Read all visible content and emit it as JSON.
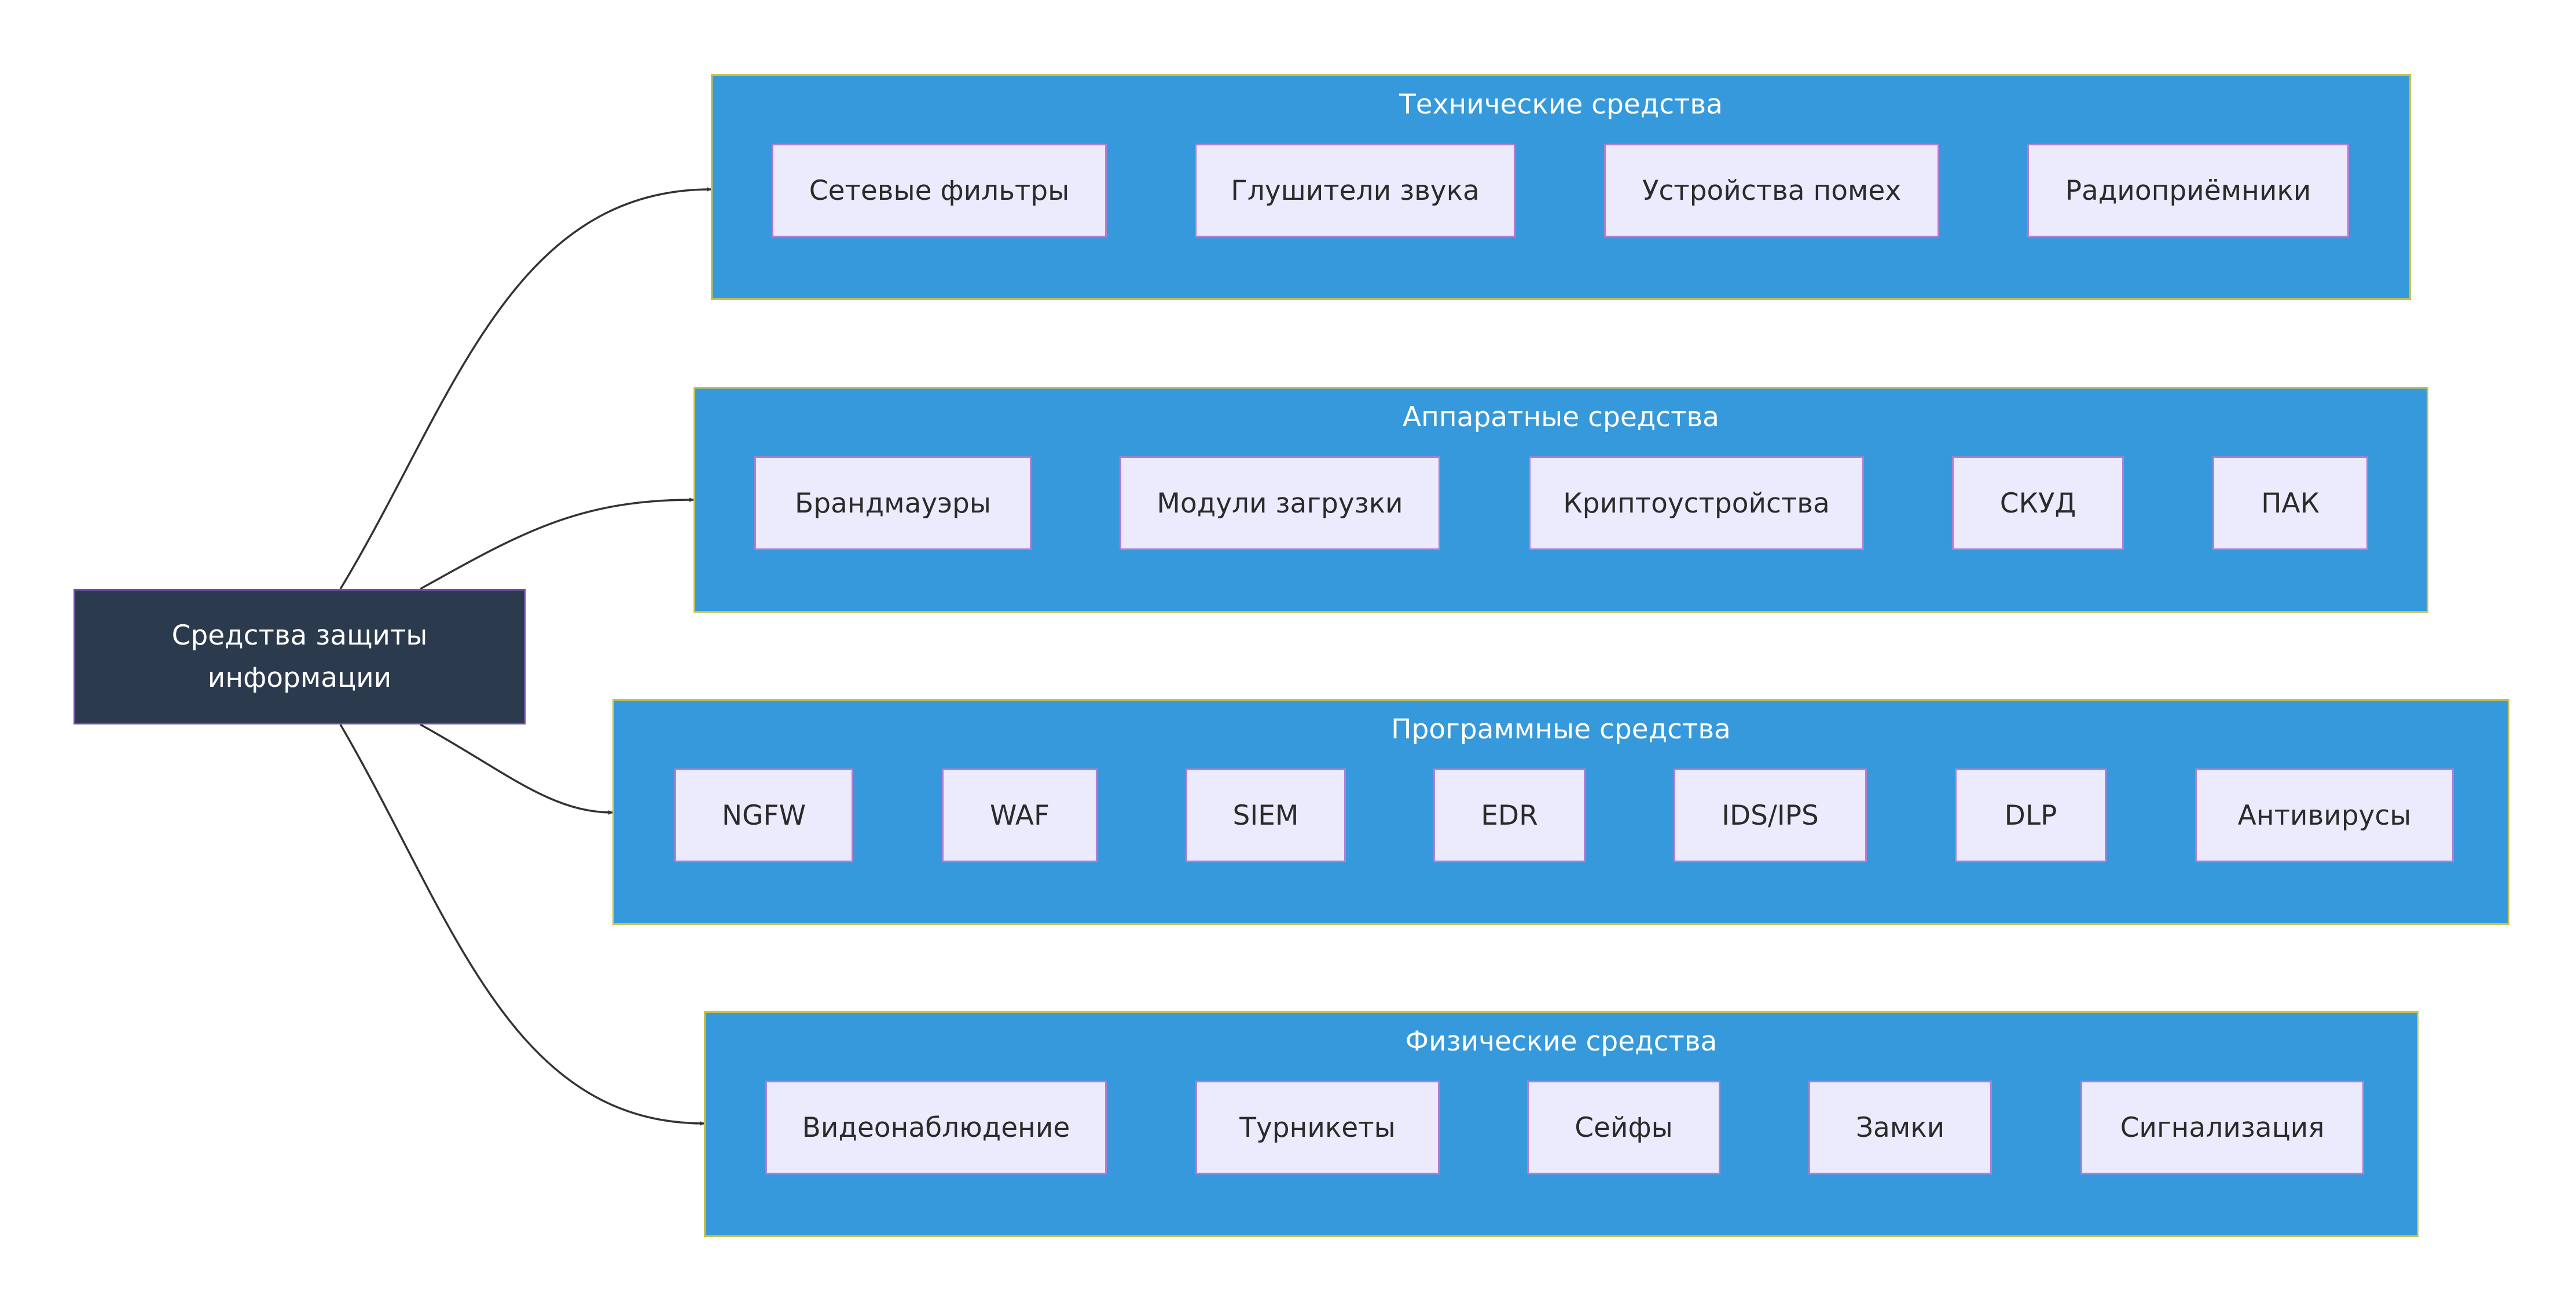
{
  "root": {
    "line1": "Средства защиты",
    "line2": "информации"
  },
  "groups": [
    {
      "title": "Технические средства",
      "items": [
        "Сетевые фильтры",
        "Глушители звука",
        "Устройства помех",
        "Радиоприёмники"
      ]
    },
    {
      "title": "Аппаратные средства",
      "items": [
        "Брандмауэры",
        "Модули загрузки",
        "Криптоустройства",
        "СКУД",
        "ПАК"
      ]
    },
    {
      "title": "Программные средства",
      "items": [
        "NGFW",
        "WAF",
        "SIEM",
        "EDR",
        "IDS/IPS",
        "DLP",
        "Антивирусы"
      ]
    },
    {
      "title": "Физические средства",
      "items": [
        "Видеонаблюдение",
        "Турникеты",
        "Сейфы",
        "Замки",
        "Сигнализация"
      ]
    }
  ],
  "colors": {
    "node_dark": "#2c3a4d",
    "group_fill": "#3599db",
    "group_border": "#c8c24a",
    "item_fill": "#ecebfd",
    "item_border": "#b57bd6",
    "edge": "#333333"
  }
}
